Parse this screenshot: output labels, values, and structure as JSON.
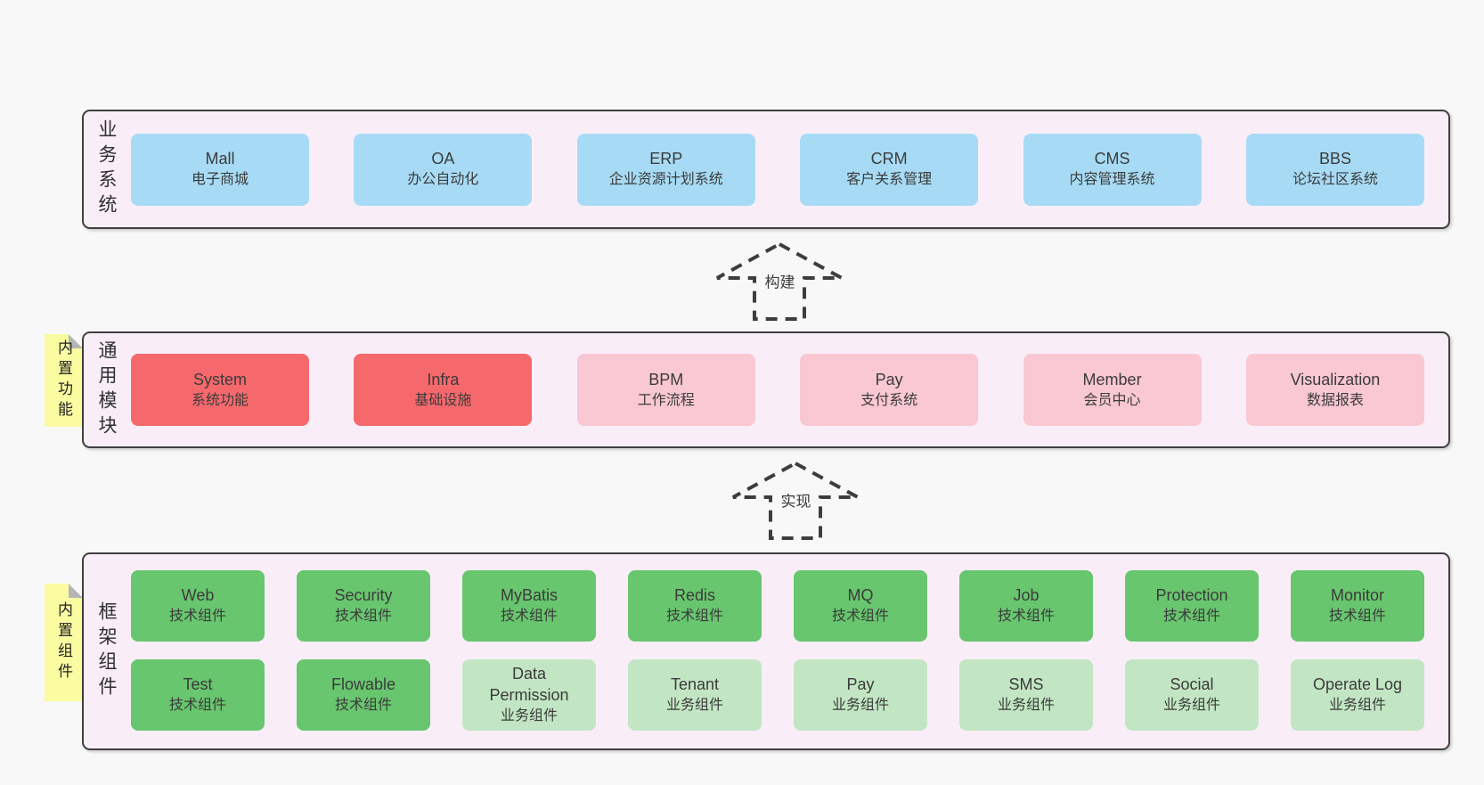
{
  "colors": {
    "page_bg": "#f8f8f8",
    "panel_bg": "#f9eef8",
    "border": "#3f3f3f",
    "text": "#3b3b3b",
    "blue": "#a7dbf5",
    "red": "#f5696d",
    "pink": "#f9c8d2",
    "green": "#68c66e",
    "green_light": "#c2e6c3",
    "note_yellow": "#fbfba1",
    "fold_gray": "#b5b5b5"
  },
  "notes": [
    {
      "text": "内置功能"
    },
    {
      "text": "内置组件"
    }
  ],
  "arrows": [
    {
      "label": "构建"
    },
    {
      "label": "实现"
    }
  ],
  "panels": [
    {
      "label": "业务系统",
      "boxes": [
        {
          "name": "Mall",
          "desc": "电子商城"
        },
        {
          "name": "OA",
          "desc": "办公自动化"
        },
        {
          "name": "ERP",
          "desc": "企业资源计划系统"
        },
        {
          "name": "CRM",
          "desc": "客户关系管理"
        },
        {
          "name": "CMS",
          "desc": "内容管理系统"
        },
        {
          "name": "BBS",
          "desc": "论坛社区系统"
        }
      ]
    },
    {
      "label": "通用模块",
      "boxes": [
        {
          "name": "System",
          "desc": "系统功能"
        },
        {
          "name": "Infra",
          "desc": "基础设施"
        },
        {
          "name": "BPM",
          "desc": "工作流程"
        },
        {
          "name": "Pay",
          "desc": "支付系统"
        },
        {
          "name": "Member",
          "desc": "会员中心"
        },
        {
          "name": "Visualization",
          "desc": "数据报表"
        }
      ]
    },
    {
      "label": "框架组件",
      "rows": [
        [
          {
            "name": "Web",
            "desc": "技术组件"
          },
          {
            "name": "Security",
            "desc": "技术组件"
          },
          {
            "name": "MyBatis",
            "desc": "技术组件"
          },
          {
            "name": "Redis",
            "desc": "技术组件"
          },
          {
            "name": "MQ",
            "desc": "技术组件"
          },
          {
            "name": "Job",
            "desc": "技术组件"
          },
          {
            "name": "Protection",
            "desc": "技术组件"
          },
          {
            "name": "Monitor",
            "desc": "技术组件"
          }
        ],
        [
          {
            "name": "Test",
            "desc": "技术组件"
          },
          {
            "name": "Flowable",
            "desc": "技术组件"
          },
          {
            "name": "Data Permission",
            "desc": "业务组件"
          },
          {
            "name": "Tenant",
            "desc": "业务组件"
          },
          {
            "name": "Pay",
            "desc": "业务组件"
          },
          {
            "name": "SMS",
            "desc": "业务组件"
          },
          {
            "name": "Social",
            "desc": "业务组件"
          },
          {
            "name": "Operate Log",
            "desc": "业务组件"
          }
        ]
      ]
    }
  ]
}
